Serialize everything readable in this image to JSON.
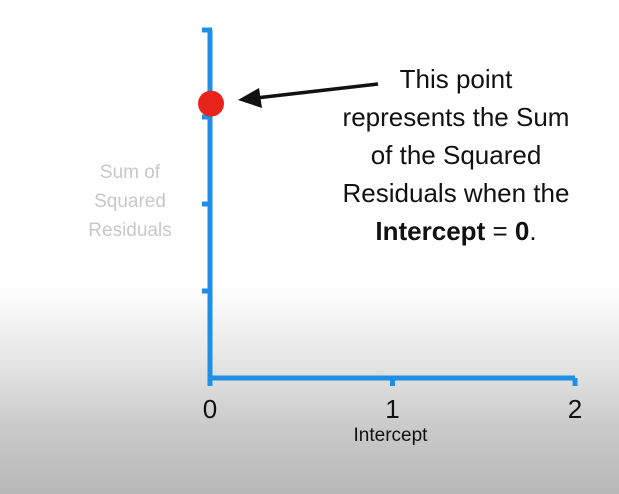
{
  "chart_data": {
    "type": "scatter",
    "xlabel": "Intercept",
    "ylabel": [
      "Sum of",
      "Squared",
      "Residuals"
    ],
    "xlim": [
      0,
      2
    ],
    "x_ticks": [
      "0",
      "1",
      "2"
    ],
    "y_tick_count": 4,
    "y_tick_labels_shown": false,
    "points": [
      {
        "x": 0,
        "y_fraction_of_axis_height": 0.8
      }
    ],
    "colors": {
      "axis": "#1E8FE6",
      "point": "#E8231A",
      "arrow": "#111111",
      "ylabel": "#C8C8C8"
    },
    "annotation": {
      "lines": [
        "This point",
        "represents the Sum",
        "of the Squared",
        "Residuals when the"
      ],
      "last_line": {
        "bold_word": "Intercept",
        "equals": " = ",
        "bold_value": "0",
        "tail": "."
      }
    }
  }
}
